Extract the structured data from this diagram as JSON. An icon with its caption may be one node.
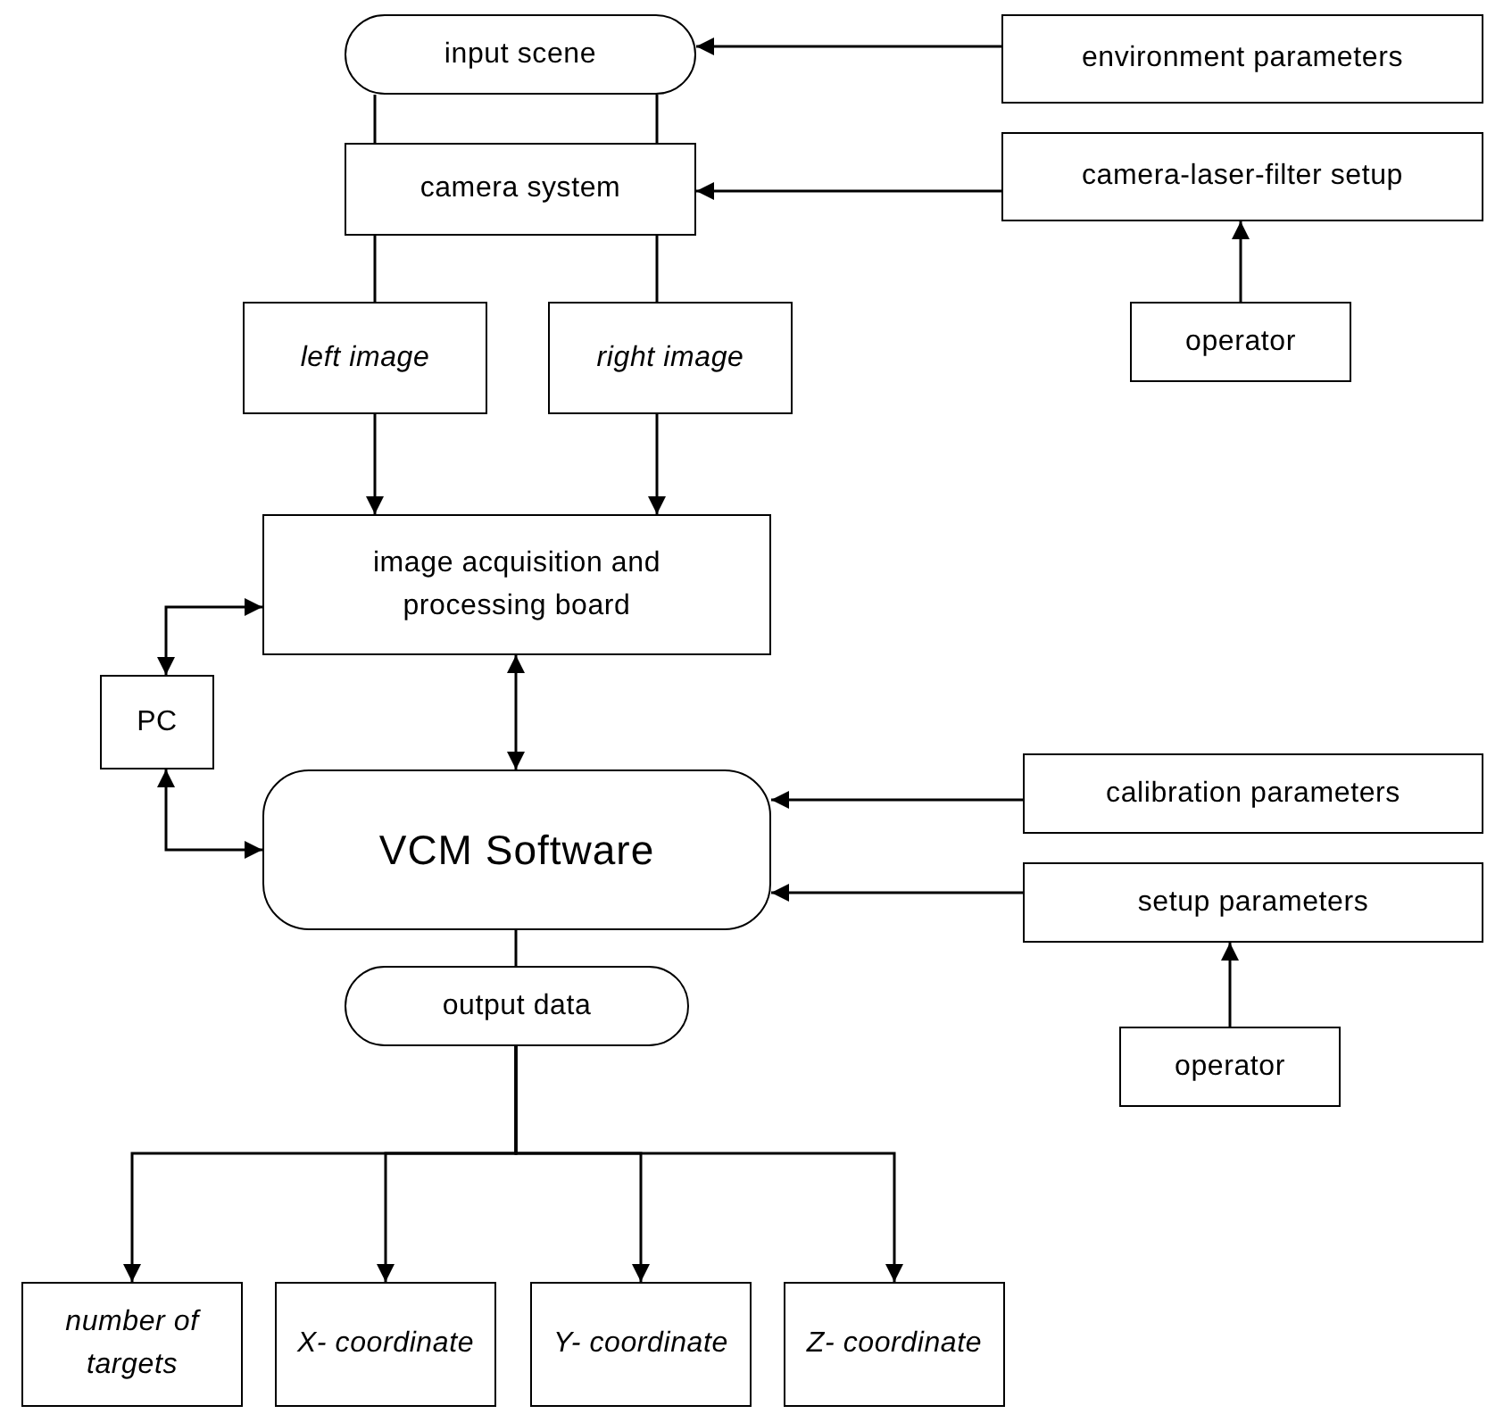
{
  "diagram": {
    "nodes": [
      {
        "text": [
          "input scene"
        ]
      },
      {
        "text": [
          "environment parameters"
        ]
      },
      {
        "text": [
          "camera system"
        ]
      },
      {
        "text": [
          "camera-laser-filter setup"
        ]
      },
      {
        "text": [
          "operator"
        ]
      },
      {
        "text": [
          "left image"
        ]
      },
      {
        "text": [
          "right image"
        ]
      },
      {
        "text": [
          "image acquisition and processing board"
        ]
      },
      {
        "text": [
          "PC"
        ]
      },
      {
        "text": [
          "calibration parameters"
        ]
      },
      {
        "text": [
          "VCM Software"
        ]
      },
      {
        "text": [
          "setup parameters"
        ]
      },
      {
        "text": [
          "operator"
        ]
      },
      {
        "text": [
          "output data"
        ]
      },
      {
        "text": [
          "number of targets"
        ]
      },
      {
        "text": [
          "X- coordinate"
        ]
      },
      {
        "text": [
          "Y- coordinate"
        ]
      },
      {
        "text": [
          "Z- coordinate"
        ]
      }
    ],
    "edges": [
      {
        "from": 1,
        "to": 0,
        "arrow": "to"
      },
      {
        "from": 0,
        "to": 2,
        "arrow": "none"
      },
      {
        "from": 0,
        "to": 2,
        "arrow": "none"
      },
      {
        "from": 3,
        "to": 2,
        "arrow": "to"
      },
      {
        "from": 4,
        "to": 3,
        "arrow": "to"
      },
      {
        "from": 2,
        "to": 5,
        "arrow": "none"
      },
      {
        "from": 2,
        "to": 6,
        "arrow": "none"
      },
      {
        "from": 5,
        "to": 7,
        "arrow": "to"
      },
      {
        "from": 6,
        "to": 7,
        "arrow": "to"
      },
      {
        "from": 8,
        "to": 7,
        "arrow": "both"
      },
      {
        "from": 8,
        "to": 10,
        "arrow": "both"
      },
      {
        "from": 7,
        "to": 10,
        "arrow": "both"
      },
      {
        "from": 9,
        "to": 10,
        "arrow": "to"
      },
      {
        "from": 11,
        "to": 10,
        "arrow": "to"
      },
      {
        "from": 12,
        "to": 11,
        "arrow": "to"
      },
      {
        "from": 10,
        "to": 13,
        "arrow": "none"
      },
      {
        "from": 13,
        "to": 14,
        "arrow": "to"
      },
      {
        "from": 13,
        "to": 15,
        "arrow": "to"
      },
      {
        "from": 13,
        "to": 16,
        "arrow": "to"
      },
      {
        "from": 13,
        "to": 17,
        "arrow": "to"
      }
    ]
  }
}
